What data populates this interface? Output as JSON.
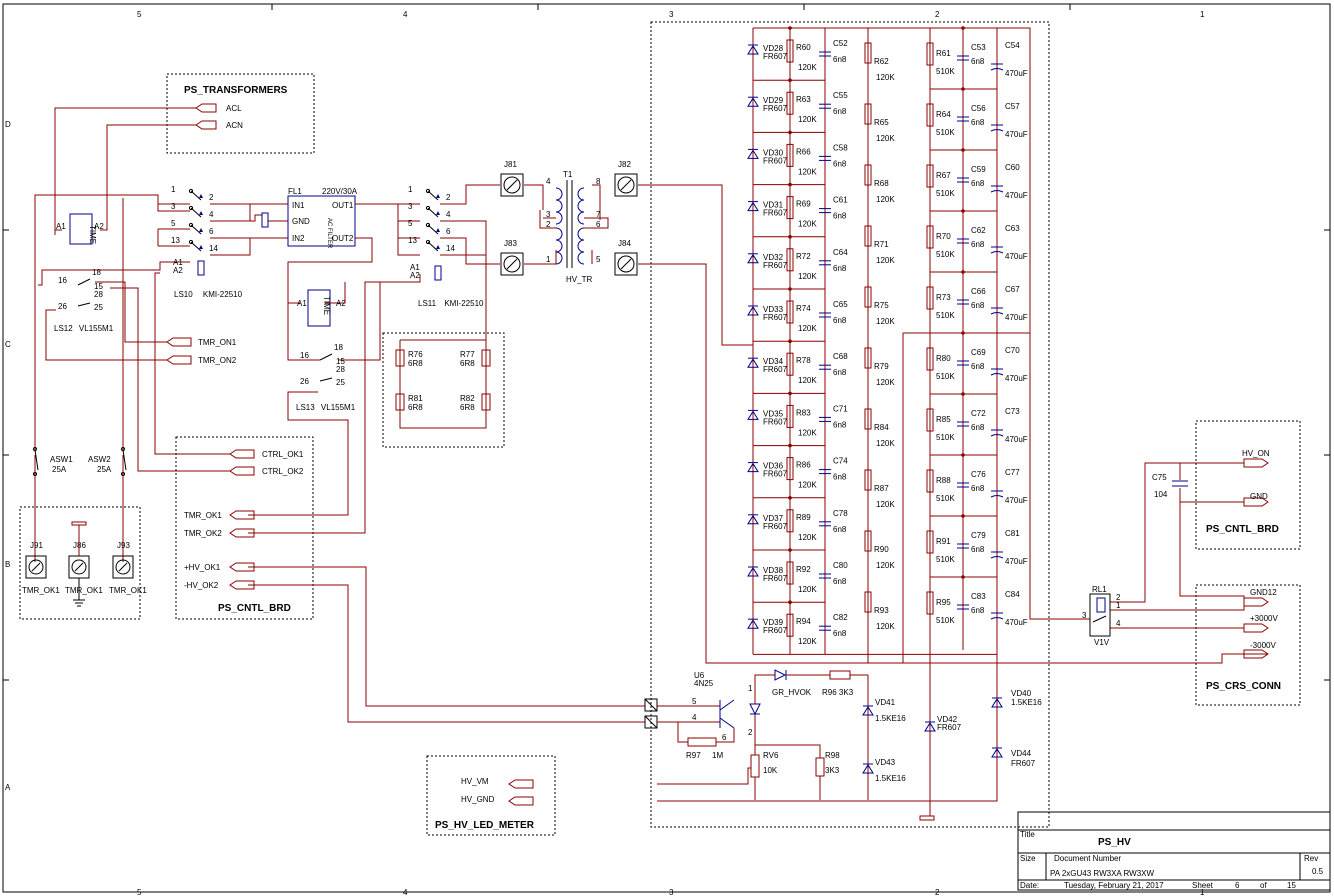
{
  "border": {
    "cols_top": [
      "5",
      "4",
      "3",
      "2",
      "1"
    ],
    "rows_left": [
      "D",
      "C",
      "B",
      "A"
    ]
  },
  "blocks": {
    "ps_transformers": {
      "title": "PS_TRANSFORMERS",
      "pins": [
        "ACL",
        "ACN"
      ]
    },
    "ps_cntl_brd_left": {
      "title": "PS_CNTL_BRD",
      "pins": [
        "CTRL_OK1",
        "CTRL_OK2",
        "TMR_OK1",
        "TMR_OK2",
        "+HV_OK1",
        "-HV_OK2"
      ]
    },
    "ps_hv_led_meter": {
      "title": "PS_HV_LED_METER",
      "pins": [
        "HV_VM",
        "HV_GND"
      ]
    },
    "ps_cntl_brd_right": {
      "title": "PS_CNTL_BRD",
      "pins": [
        "HV_ON",
        "GND"
      ]
    },
    "ps_crs_conn": {
      "title": "PS_CRS_CONN",
      "pins": [
        "GND12",
        "+3000V",
        "-3000V"
      ]
    }
  },
  "timer_pins": [
    "TMR_ON1",
    "TMR_ON2"
  ],
  "left_parts": {
    "fl1": {
      "ref": "FL1",
      "rating": "220V/30A",
      "pins": [
        "IN1",
        "GND",
        "IN2",
        "OUT1",
        "OUT2"
      ],
      "body": "AC FILTER"
    },
    "ls10": {
      "ref": "LS10",
      "part": "KMI-22510",
      "pins": [
        "1",
        "2",
        "3",
        "4",
        "5",
        "6",
        "13",
        "14",
        "A1",
        "A2"
      ]
    },
    "ls11": {
      "ref": "LS11",
      "part": "KMI-22510",
      "pins": [
        "1",
        "2",
        "3",
        "4",
        "5",
        "6",
        "13",
        "14",
        "A1",
        "A2"
      ]
    },
    "ls12": {
      "ref": "LS12",
      "part": "VL155M1",
      "pins": [
        "16",
        "18",
        "15",
        "28",
        "25",
        "26"
      ]
    },
    "ls13": {
      "ref": "LS13",
      "part": "VL155M1",
      "pins": [
        "16",
        "18",
        "15",
        "28",
        "25",
        "26"
      ]
    },
    "time_a": {
      "label": "TIME",
      "a1": "A1",
      "a2": "A2"
    },
    "time_b": {
      "label": "TIME",
      "a1": "A1",
      "a2": "A2"
    },
    "asw1": {
      "ref": "ASW1",
      "val": "25A"
    },
    "asw2": {
      "ref": "ASW2",
      "val": "25A"
    },
    "res": [
      [
        "R76",
        "6R8"
      ],
      [
        "R77",
        "6R8"
      ],
      [
        "R81",
        "6R8"
      ],
      [
        "R82",
        "6R8"
      ]
    ],
    "jacks": [
      [
        "J91",
        "TMR_OK1"
      ],
      [
        "J86",
        "TMR_OK1"
      ],
      [
        "J93",
        "TMR_OK1"
      ]
    ],
    "j81": "J81",
    "j83": "J83",
    "j82": "J82",
    "j84": "J84",
    "t1": {
      "ref": "T1",
      "name": "HV_TR",
      "pins": [
        "4",
        "3",
        "2",
        "1",
        "8",
        "7",
        "6",
        "5"
      ]
    }
  },
  "ladder": {
    "diodes": [
      "VD28",
      "VD29",
      "VD30",
      "VD31",
      "VD32",
      "VD33",
      "VD34",
      "VD35",
      "VD36",
      "VD37",
      "VD38",
      "VD39"
    ],
    "diode_val": "FR607",
    "r_left": [
      "R60",
      "R63",
      "R66",
      "R69",
      "R72",
      "R74",
      "R78",
      "R83",
      "R86",
      "R89",
      "R92",
      "R94"
    ],
    "r_left_val": "120K",
    "c_left": [
      "C52",
      "C55",
      "C58",
      "C61",
      "C64",
      "C65",
      "C68",
      "C71",
      "C74",
      "C78",
      "C80",
      "C82"
    ],
    "c_left_val": "6n8",
    "r_mid": [
      "R62",
      "R65",
      "R68",
      "R71",
      "R75",
      "R79",
      "R84",
      "R87",
      "R90",
      "R93"
    ],
    "r_mid_val": "120K",
    "r_right": [
      "R61",
      "R64",
      "R67",
      "R70",
      "R73",
      "R80",
      "R85",
      "R88",
      "R91",
      "R95"
    ],
    "r_right_val": "510K",
    "c_right": [
      "C53",
      "C56",
      "C59",
      "C62",
      "C66",
      "C69",
      "C72",
      "C76",
      "C79",
      "C83"
    ],
    "c_right_val": "6n8",
    "c_elec": [
      "C54",
      "C57",
      "C60",
      "C63",
      "C67",
      "C70",
      "C73",
      "C77",
      "C81",
      "C84"
    ],
    "c_elec_val": "470uF"
  },
  "bottom": {
    "u6": {
      "ref": "U6",
      "part": "4N25",
      "pins": [
        "5",
        "4",
        "1",
        "2",
        "6"
      ]
    },
    "led": {
      "ref": "GR_HVOK"
    },
    "r96": {
      "ref": "R96",
      "val": "3K3"
    },
    "r97": {
      "ref": "R97",
      "val": "1M"
    },
    "rv6": {
      "ref": "RV6",
      "val": "10K"
    },
    "r98": {
      "ref": "R98",
      "val": "3K3"
    },
    "vd41": {
      "ref": "VD41",
      "val": "1.5KE16"
    },
    "vd43": {
      "ref": "VD43",
      "val": "1.5KE16"
    },
    "vd42": {
      "ref": "VD42",
      "val": "FR607"
    },
    "vd40": {
      "ref": "VD40",
      "val": "1.5KE16"
    },
    "vd44": {
      "ref": "VD44",
      "val": "FR607"
    }
  },
  "right_parts": {
    "c75": {
      "ref": "C75",
      "val": "104"
    },
    "rl1": {
      "ref": "RL1",
      "part": "V1V",
      "pins": [
        "2",
        "1",
        "3",
        "4"
      ]
    }
  },
  "titleblock": {
    "title_lbl": "Title",
    "title": "PS_HV",
    "size_lbl": "Size",
    "docnum_lbl": "Document Number",
    "docnum": "PA 2xGU43 RW3XA RW3XW",
    "rev_lbl": "Rev",
    "rev": "0.5",
    "date_lbl": "Date:",
    "date": "Tuesday, February 21, 2017",
    "sheet_lbl": "Sheet",
    "sheet": "6",
    "of_lbl": "of",
    "sheets": "15"
  }
}
